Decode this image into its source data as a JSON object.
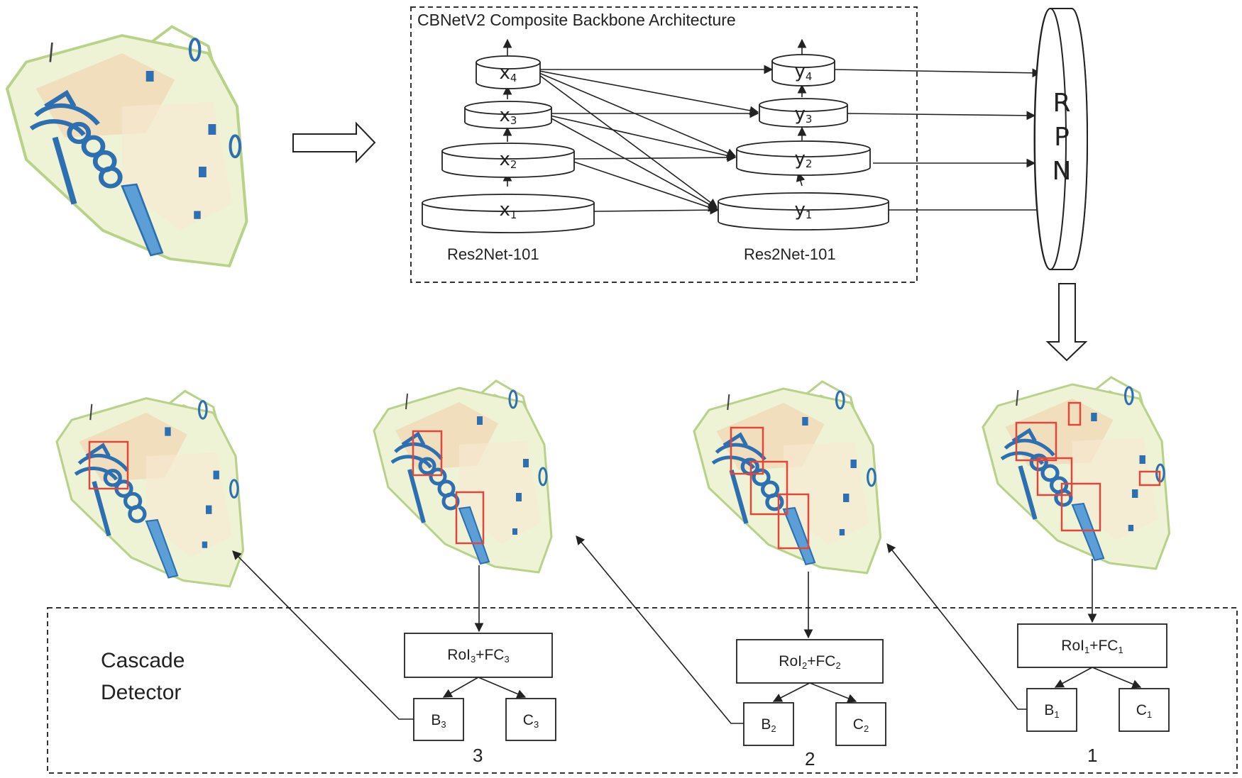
{
  "backbone": {
    "title": "CBNetV2 Composite Backbone Architecture",
    "left_label": "Res2Net-101",
    "right_label": "Res2Net-101",
    "left_nodes": [
      {
        "base": "x",
        "sub": "1"
      },
      {
        "base": "x",
        "sub": "2"
      },
      {
        "base": "x",
        "sub": "3"
      },
      {
        "base": "x",
        "sub": "4"
      }
    ],
    "right_nodes": [
      {
        "base": "y",
        "sub": "1"
      },
      {
        "base": "y",
        "sub": "2"
      },
      {
        "base": "y",
        "sub": "3"
      },
      {
        "base": "y",
        "sub": "4"
      }
    ]
  },
  "rpn": {
    "letters": [
      "R",
      "P",
      "N"
    ]
  },
  "cascade": {
    "label_line1": "Cascade",
    "label_line2": "Detector",
    "stages": [
      {
        "number": "3",
        "roi_a": "RoI",
        "roi_sub_a": "3",
        "roi_b": "+FC",
        "roi_sub_b": "3",
        "box": "B",
        "box_sub": "3",
        "cls": "C",
        "cls_sub": "3"
      },
      {
        "number": "2",
        "roi_a": "RoI",
        "roi_sub_a": "2",
        "roi_b": "+FC",
        "roi_sub_b": "2",
        "box": "B",
        "box_sub": "2",
        "cls": "C",
        "cls_sub": "2"
      },
      {
        "number": "1",
        "roi_a": "RoI",
        "roi_sub_a": "1",
        "roi_b": "+FC",
        "roi_sub_b": "1",
        "box": "B",
        "box_sub": "1",
        "cls": "C",
        "cls_sub": "1"
      }
    ]
  },
  "colors": {
    "bag_fill": "#eef3d6",
    "bag_edge": "#b9d28a",
    "bag_panel": "#f1d9b8",
    "item_blue": "#2d6fb0",
    "item_blue_light": "#5c9fd6",
    "detection_box": "#e0473c",
    "line": "#222222"
  },
  "icons": {
    "input_image": "xray-baggage-image",
    "stage_images": "xray-baggage-detection-image"
  }
}
